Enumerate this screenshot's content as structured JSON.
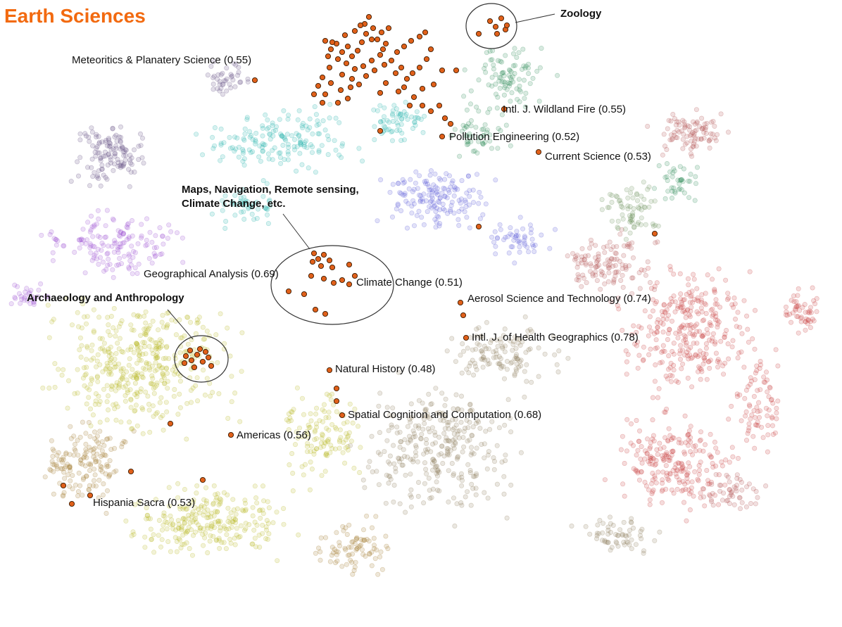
{
  "chart_data": {
    "type": "scatter",
    "title": "Earth Sciences",
    "xlabel": "",
    "ylabel": "",
    "grid": false,
    "legend": "none",
    "colors": {
      "title": "#f26a10",
      "highlight": "#e0601a",
      "highlight_edge": "#3a1a00",
      "background_clusters": [
        "#2e8b57",
        "#20b2aa",
        "#5a5ad8",
        "#9b4fd1",
        "#5e4a7e",
        "#b8b820",
        "#a0782a",
        "#8c7a5a",
        "#c83c3c",
        "#b05050",
        "#6b8e5a"
      ]
    },
    "series": [
      {
        "name": "Earth Sciences",
        "points": [
          [
            462,
            58
          ],
          [
            470,
            70
          ],
          [
            478,
            62
          ],
          [
            486,
            74
          ],
          [
            494,
            66
          ],
          [
            500,
            80
          ],
          [
            508,
            72
          ],
          [
            514,
            60
          ],
          [
            520,
            48
          ],
          [
            518,
            34
          ],
          [
            524,
            24
          ],
          [
            530,
            40
          ],
          [
            536,
            56
          ],
          [
            542,
            46
          ],
          [
            548,
            62
          ],
          [
            552,
            40
          ],
          [
            540,
            78
          ],
          [
            528,
            86
          ],
          [
            516,
            94
          ],
          [
            504,
            98
          ],
          [
            492,
            90
          ],
          [
            480,
            84
          ],
          [
            468,
            96
          ],
          [
            458,
            110
          ],
          [
            452,
            122
          ],
          [
            462,
            134
          ],
          [
            470,
            118
          ],
          [
            486,
            106
          ],
          [
            500,
            112
          ],
          [
            510,
            120
          ],
          [
            520,
            108
          ],
          [
            532,
            100
          ],
          [
            546,
            92
          ],
          [
            556,
            86
          ],
          [
            564,
            74
          ],
          [
            574,
            66
          ],
          [
            584,
            58
          ],
          [
            596,
            52
          ],
          [
            604,
            46
          ],
          [
            612,
            70
          ],
          [
            606,
            84
          ],
          [
            596,
            96
          ],
          [
            586,
            104
          ],
          [
            578,
            112
          ],
          [
            570,
            96
          ],
          [
            562,
            104
          ],
          [
            574,
            124
          ],
          [
            588,
            138
          ],
          [
            600,
            150
          ],
          [
            612,
            158
          ],
          [
            624,
            150
          ],
          [
            632,
            168
          ],
          [
            640,
            176
          ],
          [
            648,
            100
          ],
          [
            628,
            100
          ],
          [
            616,
            120
          ],
          [
            600,
            126
          ],
          [
            582,
            150
          ],
          [
            566,
            130
          ],
          [
            548,
            118
          ],
          [
            540,
            132
          ],
          [
            480,
            146
          ],
          [
            472,
            60
          ],
          [
            466,
            80
          ],
          [
            490,
            50
          ],
          [
            504,
            44
          ],
          [
            512,
            36
          ],
          [
            528,
            56
          ],
          [
            544,
            70
          ],
          [
            498,
            124
          ],
          [
            484,
            128
          ],
          [
            446,
            134
          ],
          [
            458,
            146
          ],
          [
            494,
            140
          ],
          [
            540,
            186
          ],
          [
            362,
            114
          ],
          [
            680,
            48
          ],
          [
            696,
            30
          ],
          [
            704,
            38
          ],
          [
            712,
            26
          ],
          [
            718,
            42
          ],
          [
            706,
            48
          ],
          [
            720,
            36
          ],
          [
            716,
            155
          ],
          [
            628,
            194
          ],
          [
            765,
            216
          ],
          [
            264,
            506
          ],
          [
            272,
            512
          ],
          [
            280,
            504
          ],
          [
            288,
            514
          ],
          [
            296,
            508
          ],
          [
            270,
            498
          ],
          [
            284,
            496
          ],
          [
            300,
            520
          ],
          [
            276,
            522
          ],
          [
            262,
            516
          ],
          [
            292,
            500
          ],
          [
            446,
            360
          ],
          [
            452,
            368
          ],
          [
            460,
            362
          ],
          [
            468,
            370
          ],
          [
            456,
            378
          ],
          [
            472,
            380
          ],
          [
            444,
            372
          ],
          [
            496,
            376
          ],
          [
            486,
            398
          ],
          [
            496,
            404
          ],
          [
            474,
            402
          ],
          [
            460,
            396
          ],
          [
            442,
            392
          ],
          [
            504,
            392
          ],
          [
            410,
            414
          ],
          [
            432,
            418
          ],
          [
            462,
            446
          ],
          [
            448,
            440
          ],
          [
            680,
            322
          ],
          [
            930,
            332
          ],
          [
            654,
            430
          ],
          [
            658,
            448
          ],
          [
            662,
            480
          ],
          [
            468,
            526
          ],
          [
            478,
            552
          ],
          [
            478,
            570
          ],
          [
            486,
            590
          ],
          [
            242,
            602
          ],
          [
            328,
            618
          ],
          [
            186,
            670
          ],
          [
            90,
            690
          ],
          [
            102,
            716
          ],
          [
            128,
            704
          ],
          [
            288,
            682
          ]
        ]
      }
    ],
    "annotations": [
      {
        "text": "Zoology",
        "bold": true
      },
      {
        "text": "Meteoritics & Planatery Science (0.55)",
        "bold": false
      },
      {
        "text": "Intl. J. Wildland Fire (0.55)",
        "bold": false
      },
      {
        "text": "Pollution Engineering (0.52)",
        "bold": false
      },
      {
        "text": "Current Science (0.53)",
        "bold": false
      },
      {
        "text": "Maps, Navigation, Remote sensing,",
        "bold": true
      },
      {
        "text": "Climate Change, etc.",
        "bold": true
      },
      {
        "text": "Geographical Analysis (0.69)",
        "bold": false
      },
      {
        "text": "Climate Change (0.51)",
        "bold": false
      },
      {
        "text": "Archaeology and Anthropology",
        "bold": true
      },
      {
        "text": "Aerosol Science and Technology (0.74)",
        "bold": false
      },
      {
        "text": "Intl. J. of Health Geographics (0.78)",
        "bold": false
      },
      {
        "text": "Natural History (0.48)",
        "bold": false
      },
      {
        "text": "Spatial Cognition and Computation (0.68)",
        "bold": false
      },
      {
        "text": "Americas (0.56)",
        "bold": false
      },
      {
        "text": "Hispania Sacra (0.53)",
        "bold": false
      }
    ]
  }
}
